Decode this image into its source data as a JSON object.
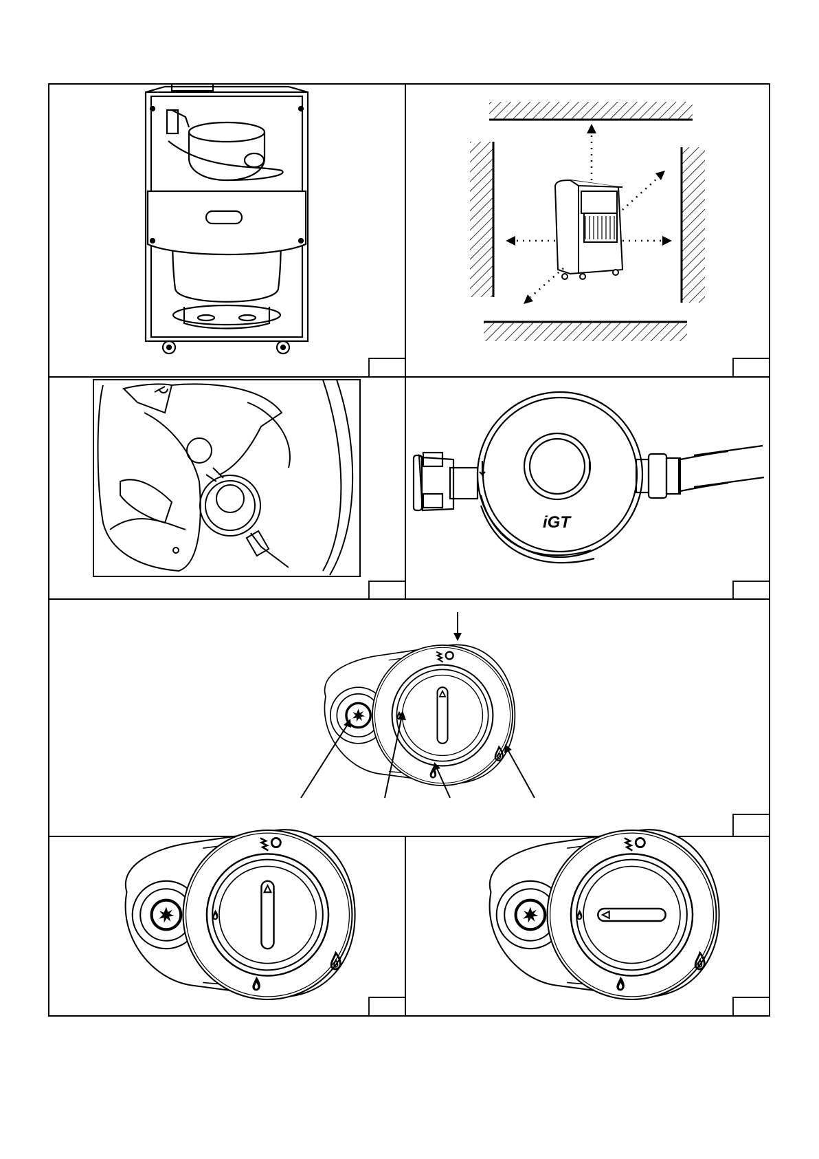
{
  "figures": [
    {
      "id": "fig-cylinder-in-frame",
      "label": ""
    },
    {
      "id": "fig-clearance-room",
      "label": ""
    },
    {
      "id": "fig-regulator-fitting-hands",
      "label": ""
    },
    {
      "id": "fig-regulator-closeup",
      "label": ""
    },
    {
      "id": "fig-control-knob-callouts",
      "label": ""
    },
    {
      "id": "fig-control-knob-vertical",
      "label": ""
    },
    {
      "id": "fig-control-knob-horizontal",
      "label": ""
    }
  ],
  "regulator": {
    "brand_mark": "iGT"
  },
  "colors": {
    "ink": "#000000",
    "paper": "#ffffff"
  },
  "icons": [
    "spark-icon",
    "flame-small-icon",
    "flame-medium-icon",
    "flame-large-icon",
    "off-circle-icon"
  ]
}
